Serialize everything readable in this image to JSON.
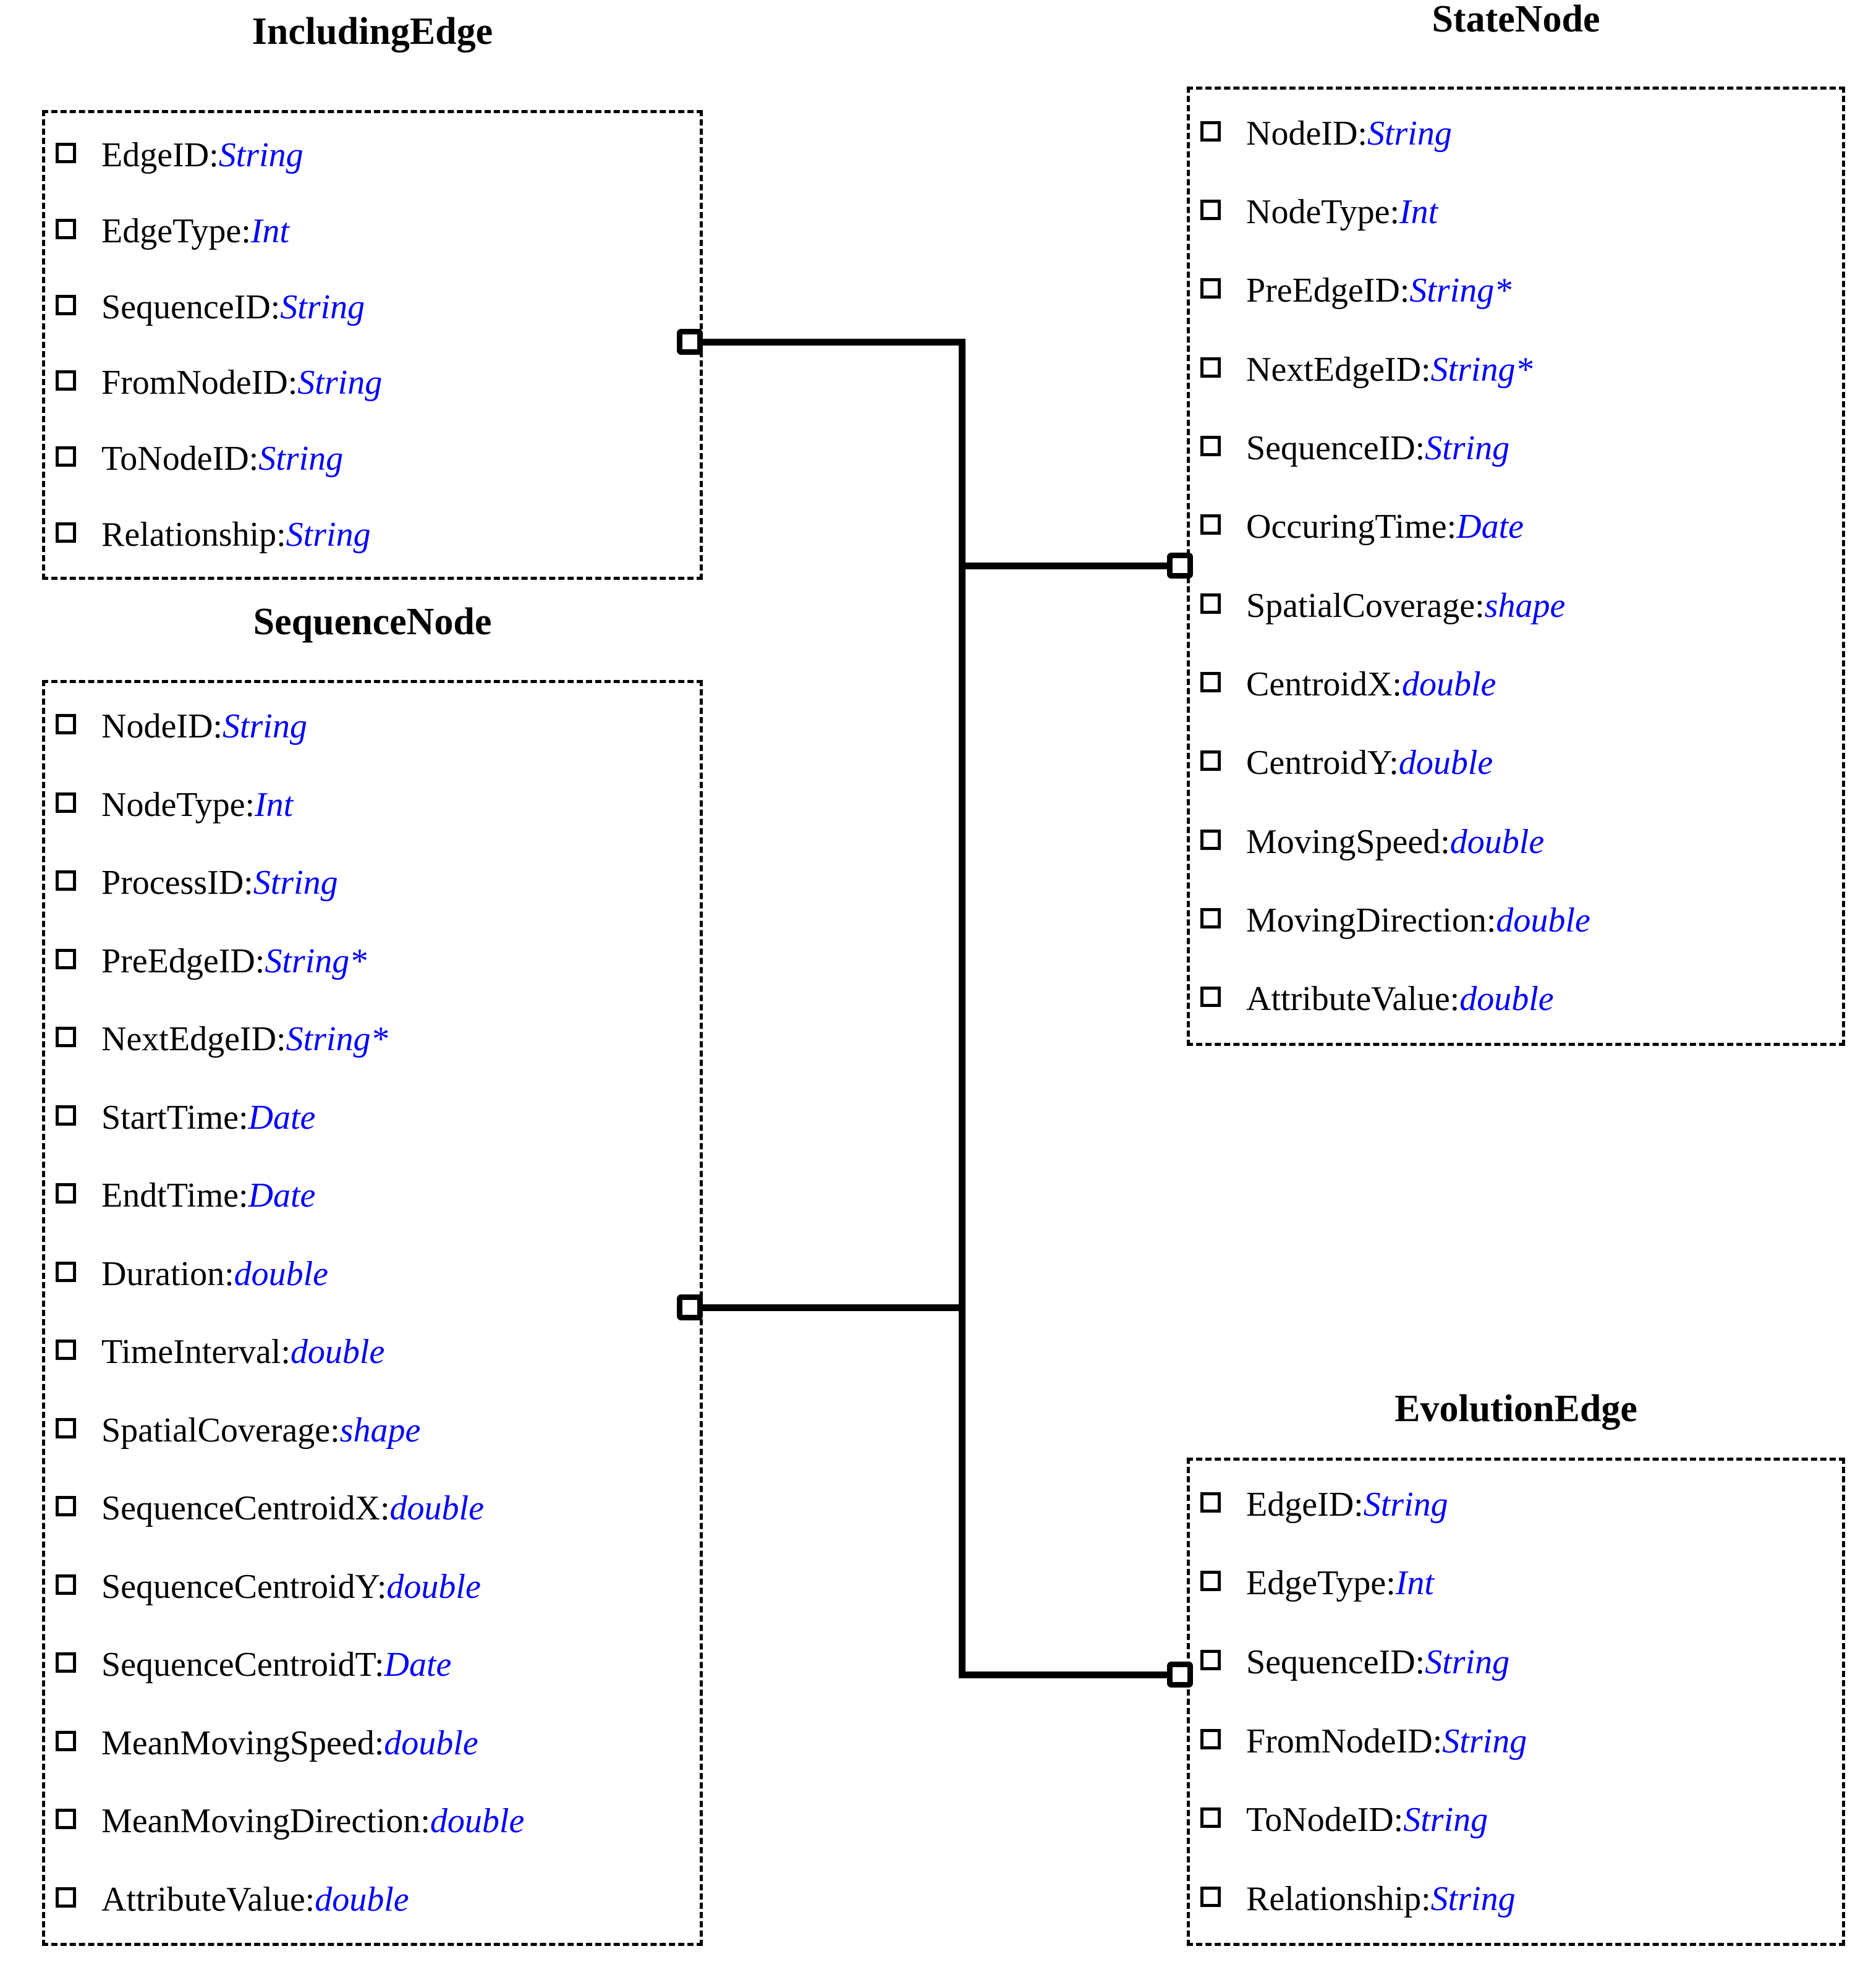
{
  "diagram": {
    "title_style": "uml-class-diagram",
    "accent_type_color": "#0000FF",
    "text_color": "#000000",
    "bullet_icon": "shadowed-square-bullet"
  },
  "classes": [
    {
      "id": "including-edge",
      "name": "IncludingEdge",
      "attributes": [
        {
          "name": "EdgeID:",
          "type": "String"
        },
        {
          "name": "EdgeType:",
          "type": "Int"
        },
        {
          "name": "SequenceID:",
          "type": "String"
        },
        {
          "name": "FromNodeID:",
          "type": "String"
        },
        {
          "name": "ToNodeID:",
          "type": "String"
        },
        {
          "name": "Relationship:",
          "type": "String"
        }
      ]
    },
    {
      "id": "sequence-node",
      "name": "SequenceNode",
      "attributes": [
        {
          "name": "NodeID:",
          "type": "String"
        },
        {
          "name": "NodeType:",
          "type": "Int"
        },
        {
          "name": "ProcessID:",
          "type": "String"
        },
        {
          "name": "PreEdgeID:",
          "type": "String*"
        },
        {
          "name": "NextEdgeID:",
          "type": "String*"
        },
        {
          "name": "StartTime:",
          "type": "Date"
        },
        {
          "name": "EndtTime:",
          "type": "Date"
        },
        {
          "name": "Duration:",
          "type": "double"
        },
        {
          "name": "TimeInterval:",
          "type": "double"
        },
        {
          "name": "SpatialCoverage:",
          "type": "shape"
        },
        {
          "name": "SequenceCentroidX:",
          "type": "double"
        },
        {
          "name": "SequenceCentroidY:",
          "type": "double"
        },
        {
          "name": "SequenceCentroidT:",
          "type": "Date"
        },
        {
          "name": "MeanMovingSpeed:",
          "type": "double"
        },
        {
          "name": "MeanMovingDirection:",
          "type": "double"
        },
        {
          "name": "AttributeValue:",
          "type": "double"
        }
      ]
    },
    {
      "id": "state-node",
      "name": "StateNode",
      "attributes": [
        {
          "name": "NodeID:",
          "type": "String"
        },
        {
          "name": "NodeType:",
          "type": "Int"
        },
        {
          "name": "PreEdgeID:",
          "type": "String*"
        },
        {
          "name": "NextEdgeID:",
          "type": "String*"
        },
        {
          "name": "SequenceID:",
          "type": "String"
        },
        {
          "name": "OccuringTime:",
          "type": "Date"
        },
        {
          "name": "SpatialCoverage:",
          "type": "shape"
        },
        {
          "name": "CentroidX:",
          "type": "double"
        },
        {
          "name": "CentroidY:",
          "type": "double"
        },
        {
          "name": "MovingSpeed:",
          "type": "double"
        },
        {
          "name": "MovingDirection:",
          "type": "double"
        },
        {
          "name": "AttributeValue:",
          "type": "double"
        }
      ]
    },
    {
      "id": "evolution-edge",
      "name": "EvolutionEdge",
      "attributes": [
        {
          "name": "EdgeID:",
          "type": "String"
        },
        {
          "name": "EdgeType:",
          "type": "Int"
        },
        {
          "name": "SequenceID:",
          "type": "String"
        },
        {
          "name": "FromNodeID:",
          "type": "String"
        },
        {
          "name": "ToNodeID:",
          "type": "String"
        },
        {
          "name": "Relationship:",
          "type": "String"
        }
      ]
    }
  ],
  "connections": [
    {
      "from": "including-edge",
      "to": "state-node"
    },
    {
      "from": "sequence-node",
      "to": "state-node"
    },
    {
      "from": "sequence-node",
      "to": "evolution-edge"
    }
  ]
}
